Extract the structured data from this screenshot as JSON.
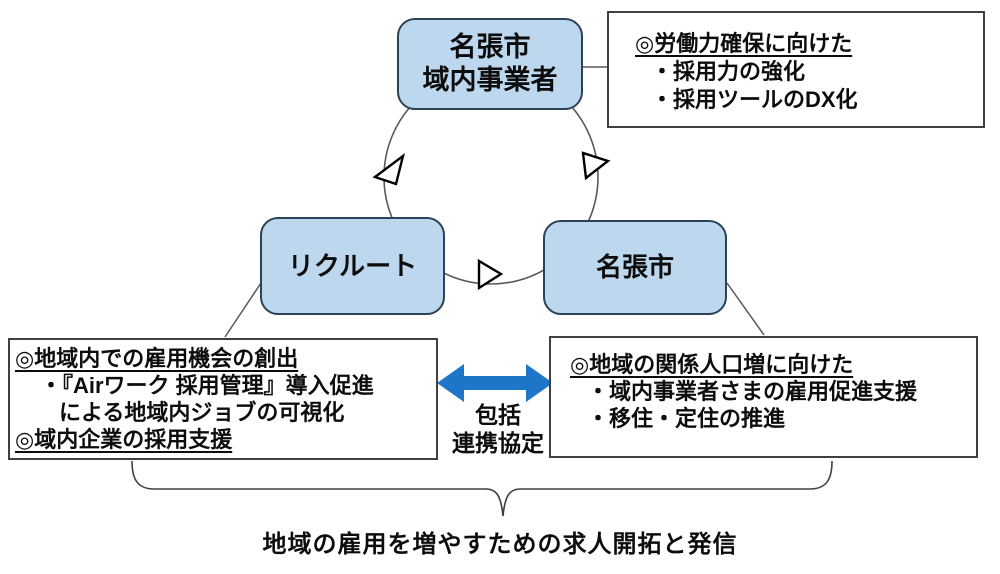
{
  "colors": {
    "node_fill": "#BDD7EE",
    "node_border": "#2C4257",
    "callout_border": "#404040",
    "line_gray": "#595959",
    "arrow_blue": "#1E76C8",
    "text": "#0D0D0D"
  },
  "nodes": {
    "businesses": {
      "line1": "名張市",
      "line2": "域内事業者"
    },
    "recruit": {
      "label": "リクルート"
    },
    "city": {
      "label": "名張市"
    }
  },
  "callouts": {
    "labor": {
      "heading": "◎労働力確保に向けた",
      "items": [
        "・採用力の強化",
        "・採用ツールのDX化"
      ]
    },
    "jobs": {
      "heading1": "◎地域内での雇用機会の創出",
      "item1": "・『Airワーク 採用管理』導入促進",
      "item2": "による地域内ジョブの可視化",
      "heading2": "◎域内企業の採用支援"
    },
    "population": {
      "heading": "◎地域の関係人口増に向けた",
      "items": [
        "・域内事業者さまの雇用促進支援",
        "・移住・定住の推進"
      ]
    }
  },
  "partnership": {
    "line1": "包括",
    "line2": "連携協定"
  },
  "caption": "地域の雇用を増やすための求人開拓と発信",
  "icons": {
    "cycle_ring": "cycle-circle",
    "cycle_arrowheads": "open-triangle-arrowheads",
    "double_arrow": "blue-double-headed-arrow",
    "brace": "horizontal-curly-brace"
  }
}
